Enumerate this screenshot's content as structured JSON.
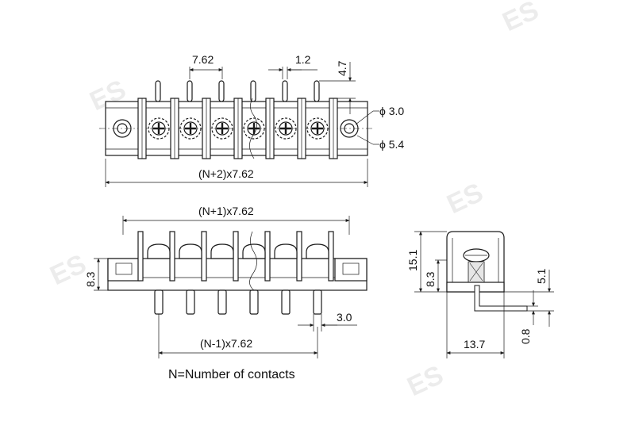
{
  "watermark": "ES",
  "top_view": {
    "dim_pitch": "7.62",
    "dim_pin_width": "1.2",
    "dim_pin_height": "4.7",
    "dim_hole_inner": "ϕ 3.0",
    "dim_hole_outer": "ϕ 5.4",
    "dim_total_length": "(N+2)x7.62"
  },
  "front_view": {
    "dim_barrier_span": "(N+1)x7.62",
    "dim_height": "8.3",
    "dim_pin_offset": "3.0",
    "dim_pin_span": "(N-1)x7.62"
  },
  "side_view": {
    "dim_total_height": "15.1",
    "dim_body_height": "8.3",
    "dim_pin_height": "5.1",
    "dim_pin_thickness": "0.8",
    "dim_depth": "13.7"
  },
  "note": "N=Number of contacts",
  "colors": {
    "line": "#1a1a1a",
    "fill": "#ffffff",
    "shade": "#e6e6e6"
  }
}
